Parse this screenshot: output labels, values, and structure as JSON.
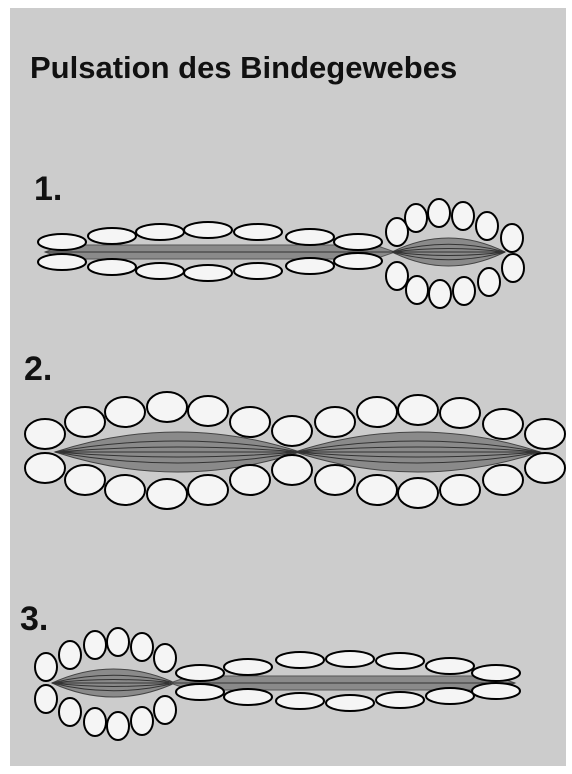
{
  "title": "Pulsation des Bindegewebes",
  "steps": [
    {
      "label": "1."
    },
    {
      "label": "2."
    },
    {
      "label": "3."
    }
  ],
  "colors": {
    "background": "#cccccc",
    "cell_fill": "#f5f5f5",
    "cell_stroke": "#000000",
    "fiber_fill": "#8a8a8a",
    "text": "#111111"
  }
}
